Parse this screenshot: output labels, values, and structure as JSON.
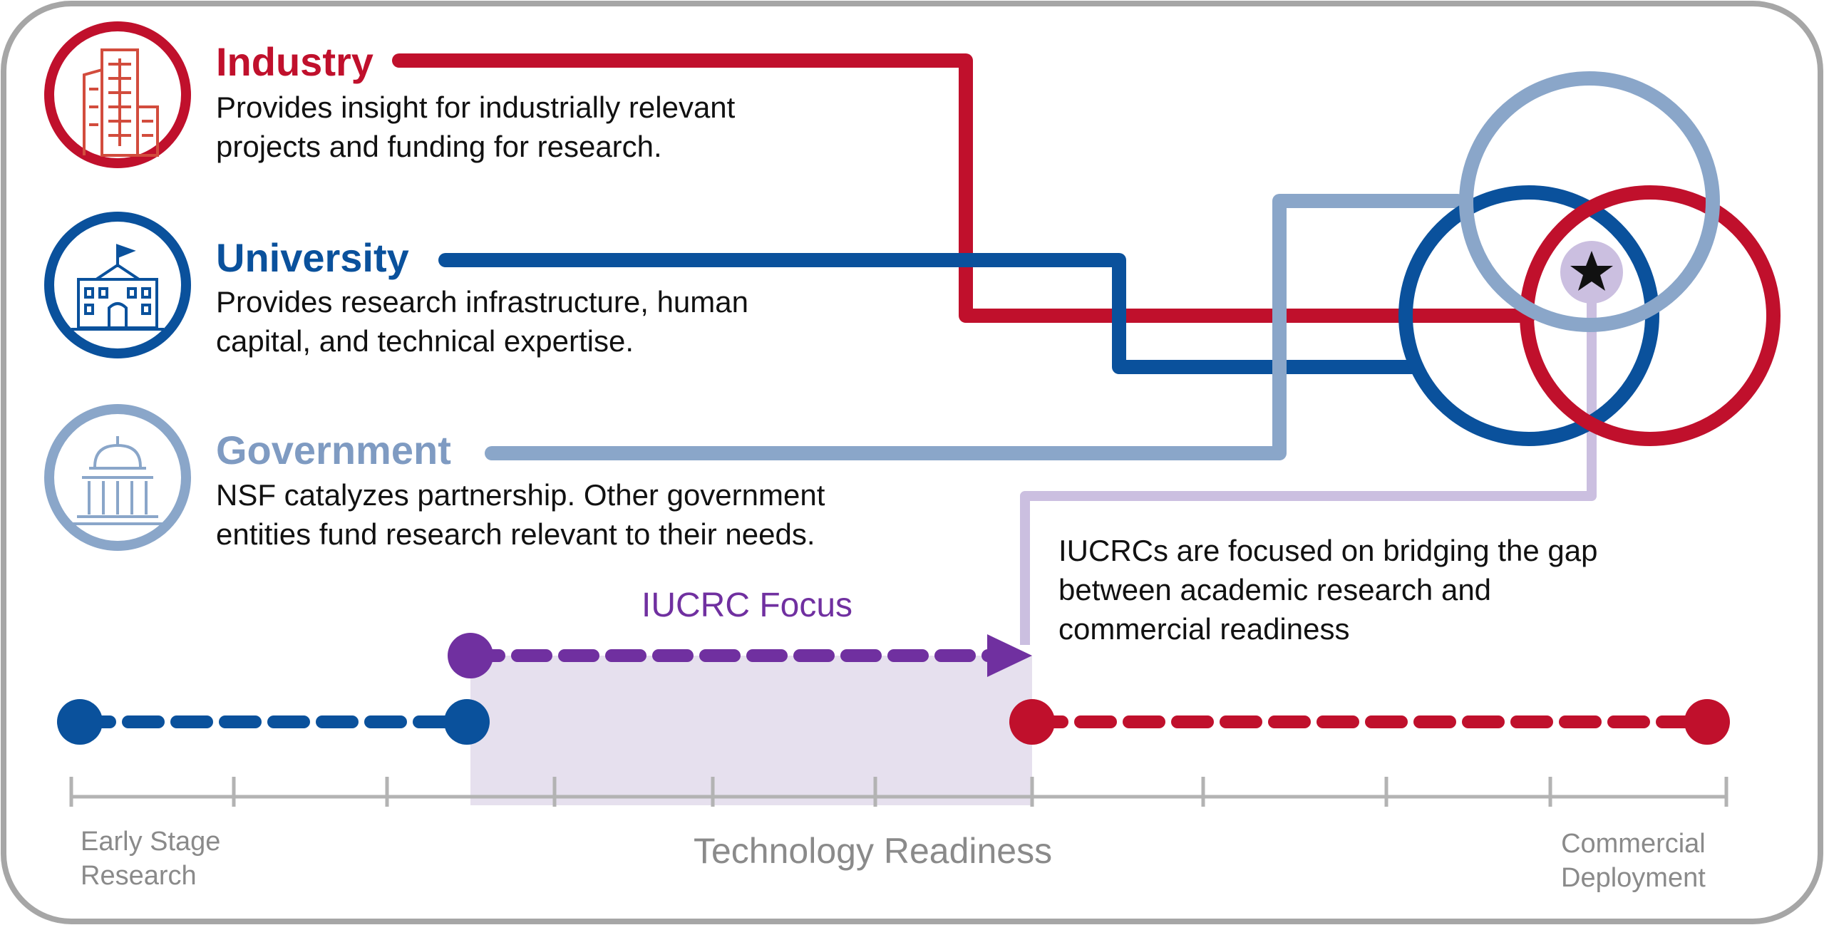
{
  "colors": {
    "industry": "#c0102c",
    "university": "#0a519c",
    "government": "#8aa6c9",
    "focus": "#7030a0",
    "focus_band": "#e6e0ee",
    "connector": "#cbbfe0",
    "axis": "#b3b3b3"
  },
  "stakeholders": [
    {
      "name": "Industry",
      "icon": "office-building-icon",
      "desc_line1": "Provides insight for industrially relevant",
      "desc_line2": "projects and funding for research."
    },
    {
      "name": "University",
      "icon": "university-building-icon",
      "desc_line1": "Provides research infrastructure, human",
      "desc_line2": "capital, and technical expertise."
    },
    {
      "name": "Government",
      "icon": "capitol-dome-icon",
      "desc_line1": "NSF catalyzes partnership. Other government",
      "desc_line2": "entities fund research relevant to their needs."
    }
  ],
  "focus_label": "IUCRC Focus",
  "iucrc_note": {
    "line1": "IUCRCs are focused on bridging the gap",
    "line2": "between academic research and",
    "line3": "commercial readiness"
  },
  "axis": {
    "start_line1": "Early Stage",
    "start_line2": "Research",
    "center": "Technology Readiness",
    "end_line1": "Commercial",
    "end_line2": "Deployment"
  },
  "center_icon": "star-icon"
}
